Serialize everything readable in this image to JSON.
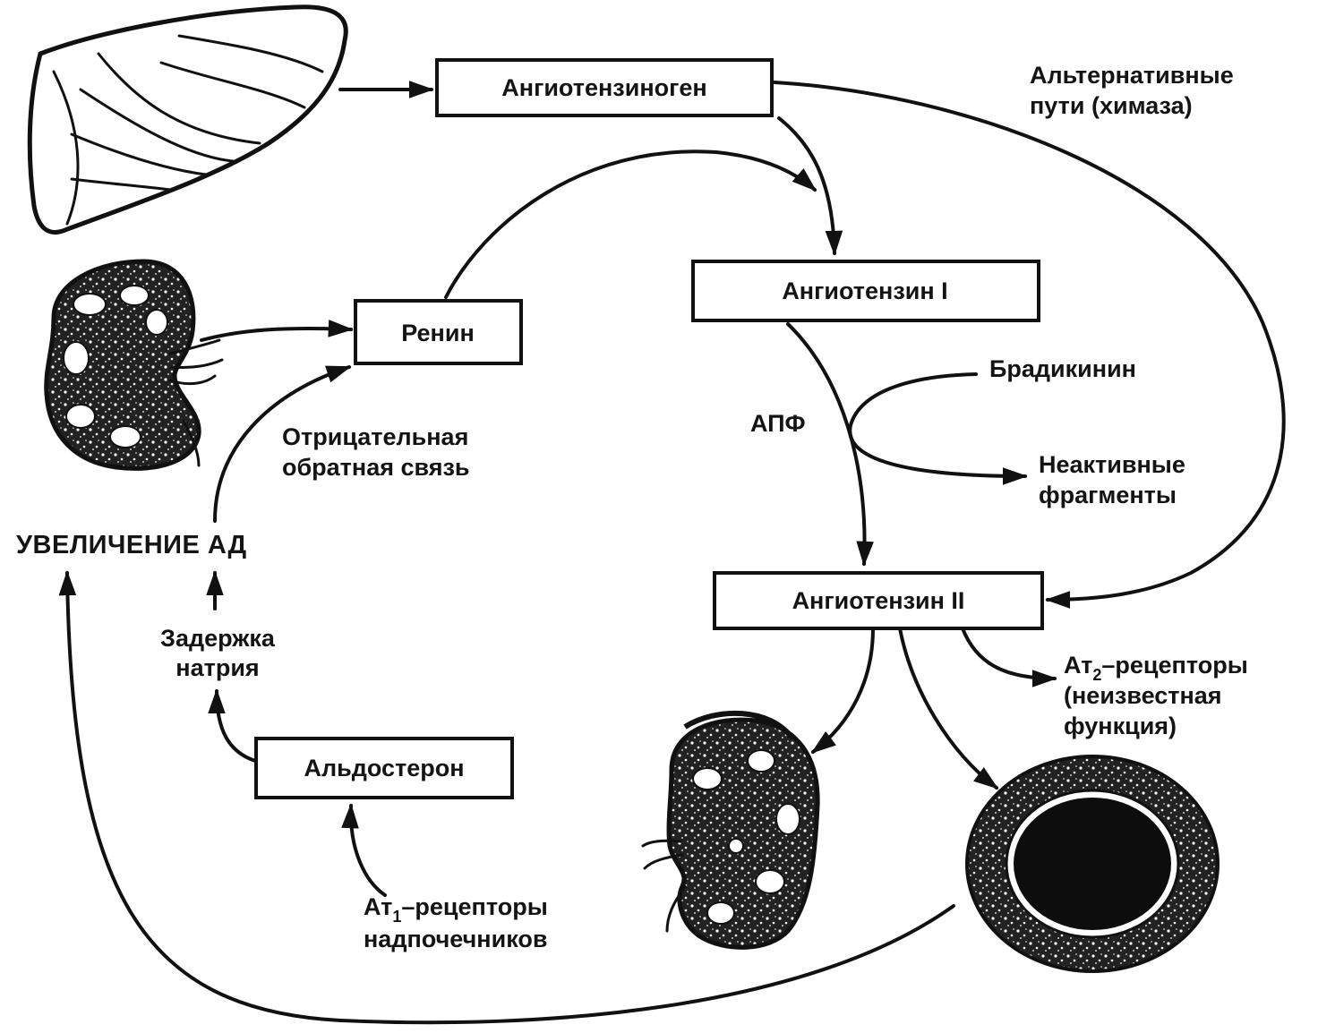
{
  "nodes": {
    "angiotensinogen": "Ангиотензиноген",
    "angiotensin1": "Ангиотензин I",
    "angiotensin2": "Ангиотензин II",
    "renin": "Ренин",
    "aldosterone": "Альдостерон"
  },
  "labels": {
    "alt_paths_line1": "Альтернативные",
    "alt_paths_line2": "пути (химаза)",
    "bradykinin": "Брадикинин",
    "ace": "АПФ",
    "inactive_line1": "Неактивные",
    "inactive_line2": "фрагменты",
    "at2_prefix": "Ат",
    "at2_sub": "2",
    "at2_suffix": "–рецепторы",
    "at2_line2": "(неизвестная",
    "at2_line3": "функция)",
    "neg_feedback_line1": "Отрицательная",
    "neg_feedback_line2": "обратная связь",
    "bp_increase": "УВЕЛИЧЕНИЕ АД",
    "sodium_line1": "Задержка",
    "sodium_line2": "натрия",
    "at1_prefix": "Ат",
    "at1_sub": "1",
    "at1_suffix": "–рецепторы",
    "at1_line2": "надпочечников"
  },
  "icons": {
    "liver": "liver-icon",
    "kidney_top": "kidney-icon",
    "kidney_bottom": "kidney-icon",
    "vessel": "blood-vessel-icon"
  },
  "colors": {
    "ink": "#111111",
    "background": "#ffffff"
  }
}
